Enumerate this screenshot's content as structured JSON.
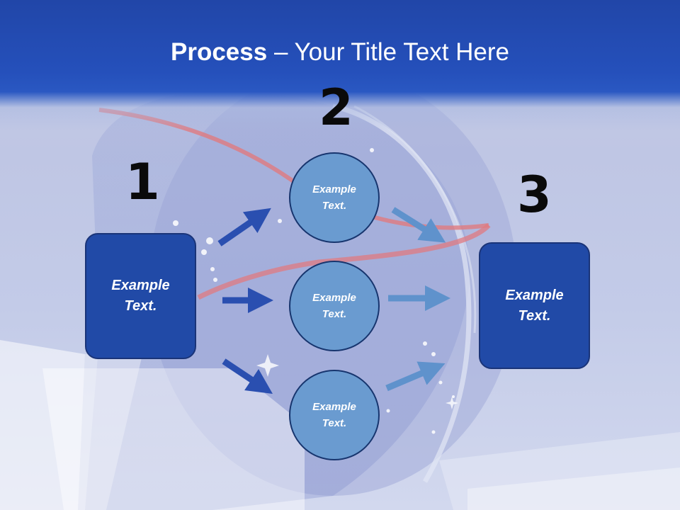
{
  "title": {
    "bold": "Process",
    "rest": " – Your Title Text Here"
  },
  "steps": [
    {
      "number": "1",
      "text": "Example Text."
    },
    {
      "number": "2",
      "text": "Example Text."
    },
    {
      "number": "3",
      "text": "Example Text."
    }
  ],
  "circles": [
    {
      "text": "Example Text."
    },
    {
      "text": "Example Text."
    },
    {
      "text": "Example Text."
    }
  ],
  "colors": {
    "title_band": "#2146a8",
    "box_fill": "#214aa7",
    "circle_fill": "#6a9bd0",
    "arrow_dark": "#2a4fb0",
    "arrow_light": "#5f92cc"
  }
}
